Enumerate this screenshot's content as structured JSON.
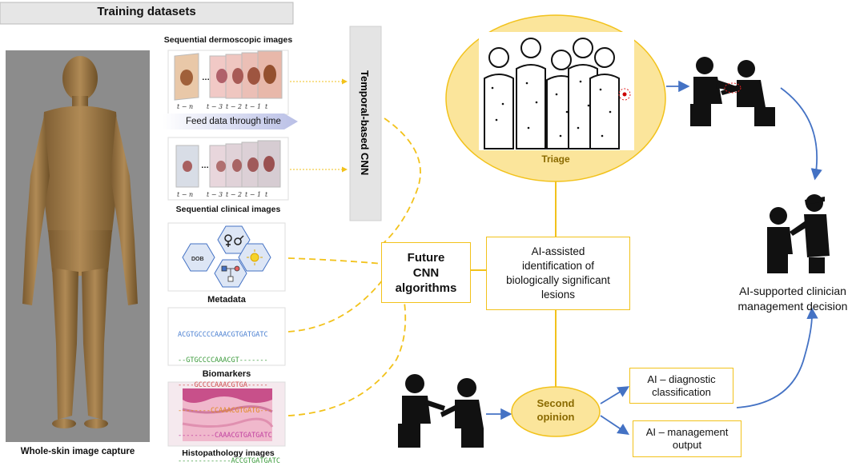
{
  "header": {
    "training_datasets": "Training datasets"
  },
  "left": {
    "whole_skin_label": "Whole-skin image capture"
  },
  "datasets": {
    "dermoscopic_title": "Sequential dermoscopic images",
    "feed_data_label": "Feed data through time",
    "clinical_title": "Sequential clinical images",
    "seq_labels": [
      "t − n",
      "t − 3",
      "t − 2",
      "t − 1",
      "t"
    ],
    "metadata_label": "Metadata",
    "metadata_dob": "DOB",
    "biomarkers_label": "Biomarkers",
    "biomarker_lines": [
      "ACGTGCCCCAAACGTGATGATC",
      "--GTGCCCCAAACGT-------",
      "----GCCCCAAACGTGA-----",
      "--------CCAAACGTGATG---",
      "---------CAAACGTGATGATC",
      "-------------ACCGTGATGATC"
    ],
    "histo_label": "Histopathology images"
  },
  "cnn": {
    "temporal_label": "Temporal-based CNN"
  },
  "future": {
    "line1": "Future",
    "line2": "CNN",
    "line3": "algorithms"
  },
  "triage": {
    "label": "Triage"
  },
  "ai_identification": {
    "line1": "AI-assisted",
    "line2": "identification of",
    "line3": "biologically significant",
    "line4": "lesions"
  },
  "second_opinion": {
    "line1": "Second",
    "line2": "opinion"
  },
  "ai_diagnostic": {
    "line1": "AI – diagnostic",
    "line2": "classification"
  },
  "ai_management": {
    "line1": "AI – management",
    "line2": "output"
  },
  "clinician": {
    "line1": "AI-supported clinician",
    "line2": "management decision"
  },
  "colors": {
    "accent_yellow": "#f2c21b",
    "triage_fill": "#fbe59b",
    "arrow_blue": "#4472c4",
    "cnn_gray": "#e4e4e4"
  }
}
